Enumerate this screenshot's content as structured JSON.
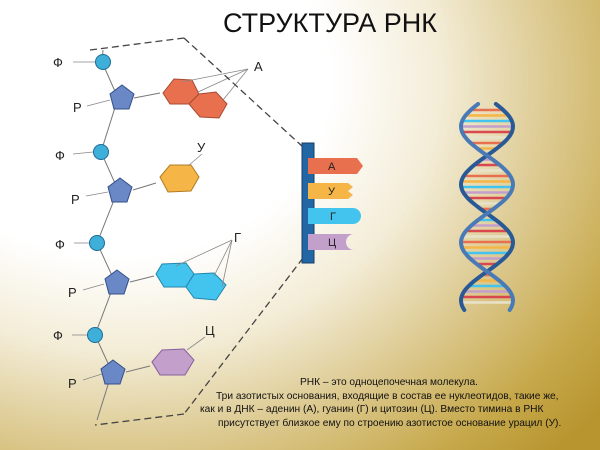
{
  "title": "СТРУКТУРА РНК",
  "chain": {
    "phosphate_label": "Ф",
    "ribose_label": "Р"
  },
  "bases": [
    {
      "letter": "А",
      "color": "#e8704f"
    },
    {
      "letter": "У",
      "color": "#f5b547"
    },
    {
      "letter": "Г",
      "color": "#43c4ee"
    },
    {
      "letter": "Ц",
      "color": "#c39fcc"
    }
  ],
  "colors": {
    "phosphate": "#3dafd8",
    "ribose": "#6a87c6",
    "backbone_bar": "#2266a3",
    "helix_backbone": "#34649f"
  },
  "caption": {
    "line1": "РНК  – это одноцепочечная молекула.",
    "line2": "Три азотистых основания, входящие в состав ее нуклеотидов, такие же,",
    "line3": "как и в ДНК –  аденин (А), гуанин (Г) и цитозин (Ц).  Вместо тимина в РНК",
    "line4": "присутствует близкое ему по строению азотистое основание урацил (У)."
  }
}
